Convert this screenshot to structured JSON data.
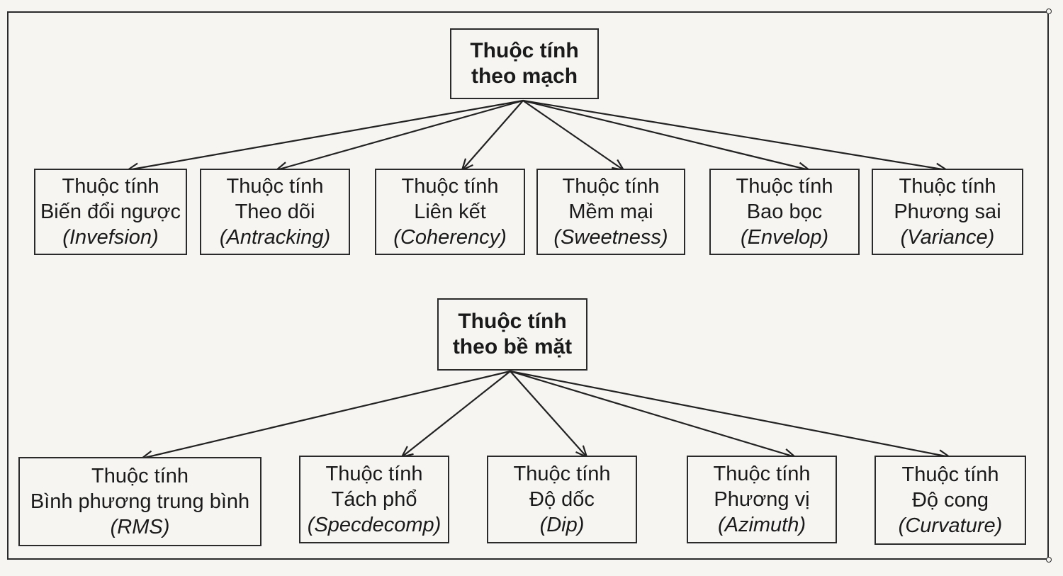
{
  "diagram": {
    "groups": [
      {
        "root": {
          "line1": "Thuộc tính",
          "line2": "theo mạch"
        },
        "children": [
          {
            "line1": "Thuộc tính",
            "line2": "Biến đổi ngược",
            "en": "(Invefsion)"
          },
          {
            "line1": "Thuộc tính",
            "line2": "Theo dõi",
            "en": "(Antracking)"
          },
          {
            "line1": "Thuộc tính",
            "line2": "Liên kết",
            "en": "(Coherency)"
          },
          {
            "line1": "Thuộc tính",
            "line2": "Mềm mại",
            "en": "(Sweetness)"
          },
          {
            "line1": "Thuộc tính",
            "line2": "Bao bọc",
            "en": "(Envelop)"
          },
          {
            "line1": "Thuộc tính",
            "line2": "Phương sai",
            "en": "(Variance)"
          }
        ]
      },
      {
        "root": {
          "line1": "Thuộc tính",
          "line2": "theo bề mặt"
        },
        "children": [
          {
            "line1": "Thuộc tính",
            "line2": "Bình phương trung bình",
            "en": "(RMS)"
          },
          {
            "line1": "Thuộc tính",
            "line2": "Tách phổ",
            "en": "(Specdecomp)"
          },
          {
            "line1": "Thuộc tính",
            "line2": "Độ dốc",
            "en": "(Dip)"
          },
          {
            "line1": "Thuộc tính",
            "line2": "Phương vị",
            "en": "(Azimuth)"
          },
          {
            "line1": "Thuộc tính",
            "line2": "Độ cong",
            "en": "(Curvature)"
          }
        ]
      }
    ]
  }
}
